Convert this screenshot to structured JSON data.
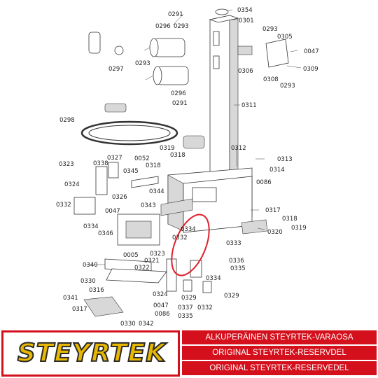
{
  "diagram": {
    "labels": [
      "0291",
      "0296",
      "0293",
      "0297",
      "0293",
      "0296",
      "0291",
      "0354",
      "0301",
      "0293",
      "0305",
      "0047",
      "0306",
      "0308",
      "0293",
      "0309",
      "0311",
      "0298",
      "0319",
      "0318",
      "0312",
      "0313",
      "0314",
      "0086",
      "0323",
      "0338",
      "0327",
      "0052",
      "0318",
      "0345",
      "0324",
      "0326",
      "0344",
      "0343",
      "0332",
      "0047",
      "0334",
      "0346",
      "0317",
      "0318",
      "0319",
      "0320",
      "0334",
      "0332",
      "0333",
      "0005",
      "0323",
      "0321",
      "0340",
      "0322",
      "0336",
      "0335",
      "0330",
      "0316",
      "0341",
      "0317",
      "0330",
      "0342",
      "0324",
      "0329",
      "0334",
      "0329",
      "0047",
      "0086",
      "0337",
      "0335",
      "0332"
    ],
    "highlight_color": "#e0202a"
  },
  "banner": {
    "logo_text": "STEYRTEK",
    "lines": [
      "ALKUPERÄINEN STEYRTEK-VARAOSA",
      "ORIGINAL STEYRTEK-RESERVDEL",
      "ORIGINAL STEYRTEK-RESERVEDEL"
    ],
    "accent_color": "#d4101c",
    "logo_color": "#e8b800"
  }
}
